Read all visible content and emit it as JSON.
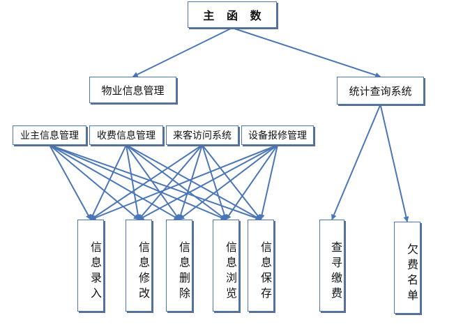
{
  "nodes": {
    "main": "主 函 数",
    "property_mgmt": "物业信息管理",
    "stats_query": "统计查询系统",
    "owner_info": "业主信息管理",
    "fee_info": "收费信息管理",
    "visitor_sys": "来客访问系统",
    "repair_mgmt": "设备报修管理",
    "info_entry": "信息录入",
    "info_edit": "信息修改",
    "info_delete": "信息删除",
    "info_browse": "信息浏览",
    "info_save": "信息保存",
    "query_payment": "查寻缴费",
    "arrears_list": "欠费名单"
  },
  "edges": [
    [
      "main",
      "property_mgmt"
    ],
    [
      "main",
      "stats_query"
    ],
    [
      "stats_query",
      "query_payment"
    ],
    [
      "stats_query",
      "arrears_list"
    ],
    [
      "owner_info",
      "info_entry"
    ],
    [
      "owner_info",
      "info_edit"
    ],
    [
      "owner_info",
      "info_delete"
    ],
    [
      "owner_info",
      "info_browse"
    ],
    [
      "owner_info",
      "info_save"
    ],
    [
      "fee_info",
      "info_entry"
    ],
    [
      "fee_info",
      "info_edit"
    ],
    [
      "fee_info",
      "info_delete"
    ],
    [
      "fee_info",
      "info_browse"
    ],
    [
      "fee_info",
      "info_save"
    ],
    [
      "visitor_sys",
      "info_entry"
    ],
    [
      "visitor_sys",
      "info_edit"
    ],
    [
      "visitor_sys",
      "info_delete"
    ],
    [
      "visitor_sys",
      "info_browse"
    ],
    [
      "visitor_sys",
      "info_save"
    ],
    [
      "repair_mgmt",
      "info_entry"
    ],
    [
      "repair_mgmt",
      "info_edit"
    ],
    [
      "repair_mgmt",
      "info_delete"
    ],
    [
      "repair_mgmt",
      "info_browse"
    ],
    [
      "repair_mgmt",
      "info_save"
    ]
  ],
  "colors": {
    "line": "#4a76b8",
    "border": "#4a76b8"
  }
}
